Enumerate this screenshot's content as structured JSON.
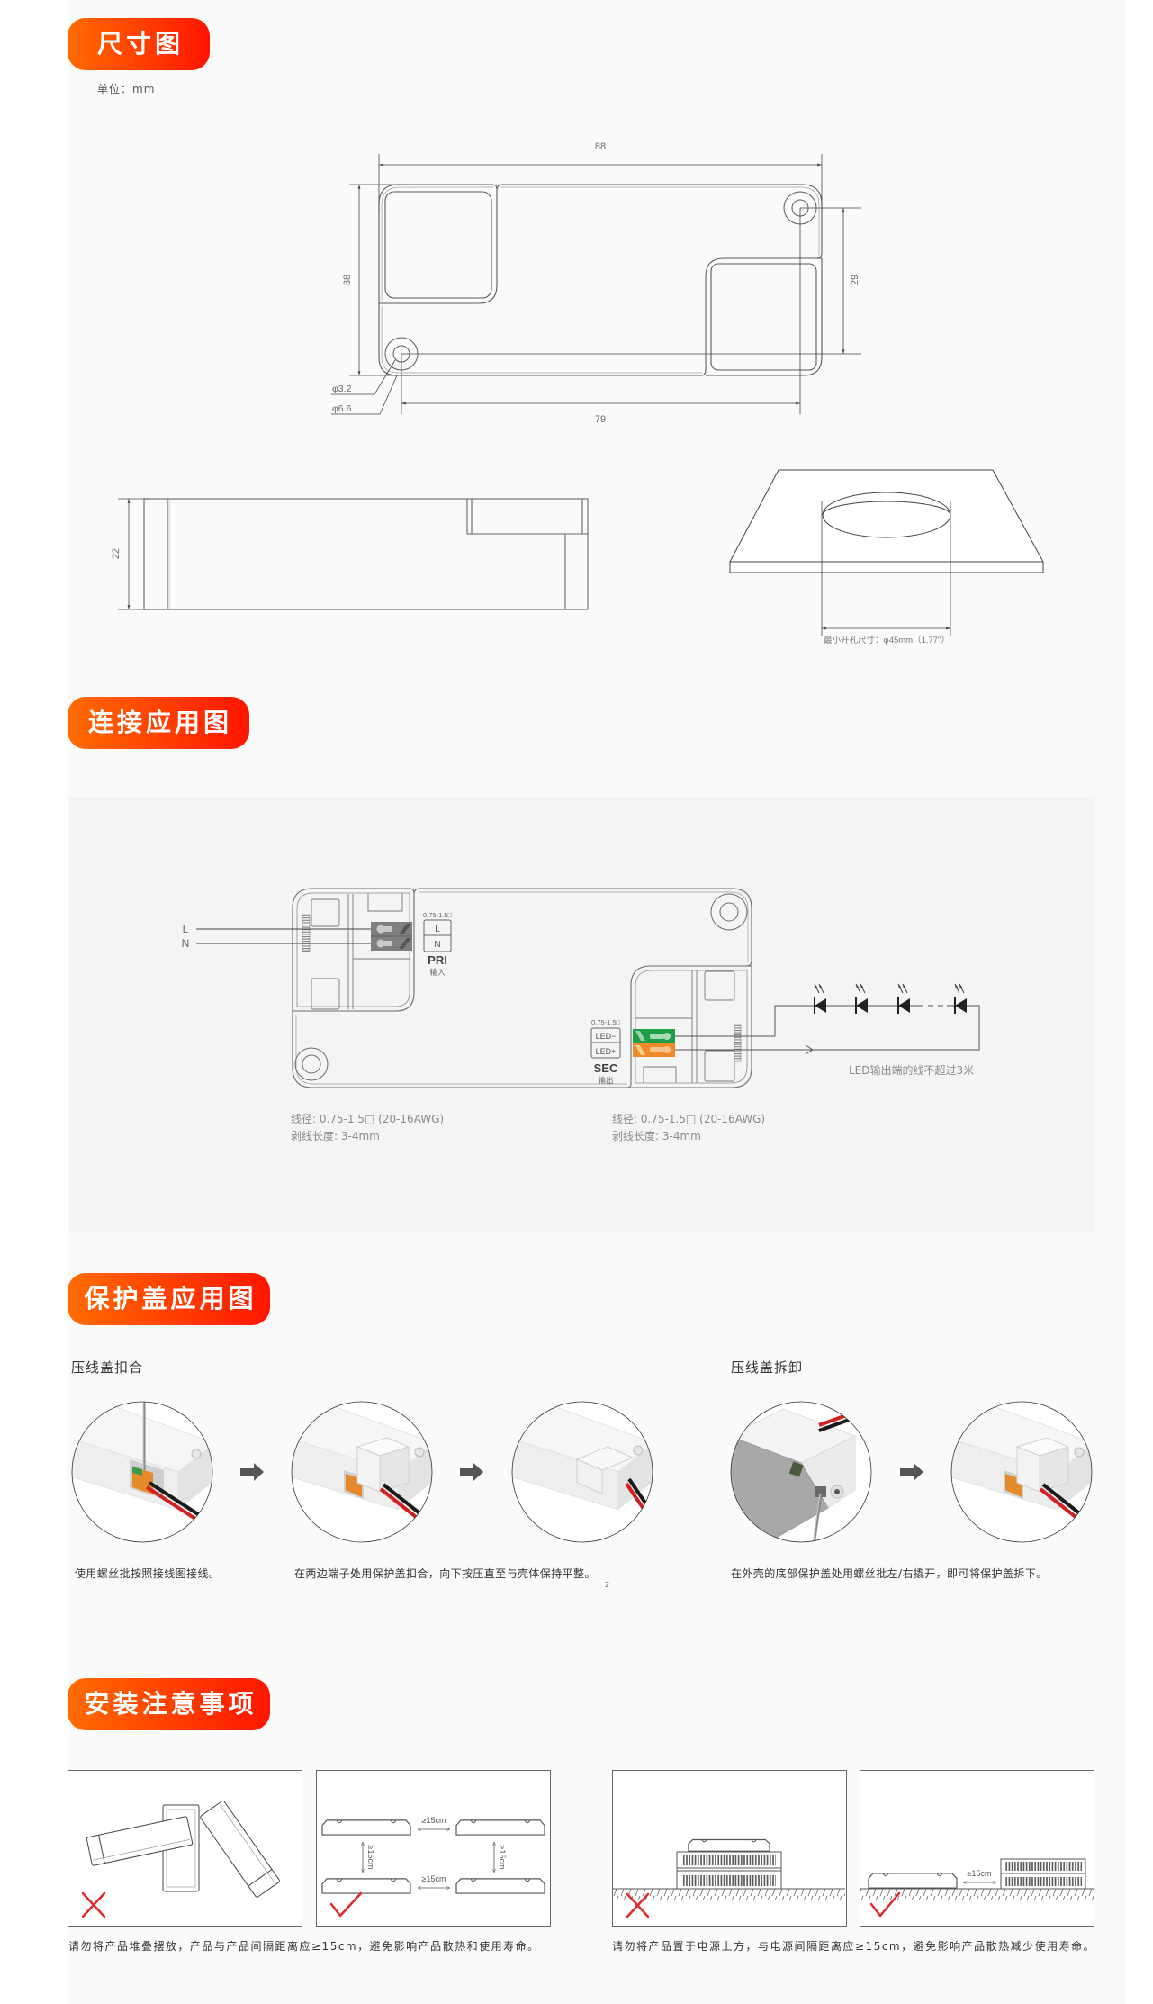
{
  "theme": {
    "badge_gradient_start": "#ff6c00",
    "badge_gradient_end": "#ff1500",
    "page_bg": "#fafafa",
    "panel_bg": "#f3f4f4",
    "led_minus_color": "#1f9e48",
    "led_plus_color": "#f0892a",
    "mark_color": "#e0282a"
  },
  "dimensions": {
    "title": "尺寸图",
    "unit_label": "单位：mm",
    "top_view": {
      "length": "88",
      "width": "38",
      "hole_pitch_y": "29",
      "hole_pitch_x": "79",
      "hole_inner_dia": "φ3.2",
      "hole_outer_dia": "φ6.6"
    },
    "side_view": {
      "height": "22"
    },
    "cutout": {
      "note": "最小开孔尺寸：φ45mm（1.77\"）"
    }
  },
  "connection": {
    "title": "连接应用图",
    "input_wires": [
      "L",
      "N"
    ],
    "primary": {
      "gauge": "0.75-1.5□",
      "terminals": [
        "L",
        "N"
      ],
      "label": "PRI",
      "sublabel": "输入"
    },
    "secondary": {
      "gauge": "0.75-1.5□",
      "terminals": [
        "LED−",
        "LED+"
      ],
      "label": "SEC",
      "sublabel": "输出"
    },
    "led_note": "LED输出端的线不超过3米",
    "input_spec": {
      "wire_gauge": "线径: 0.75-1.5□ (20-16AWG)",
      "strip_length": "剥线长度: 3-4mm"
    },
    "output_spec": {
      "wire_gauge": "线径: 0.75-1.5□ (20-16AWG)",
      "strip_length": "剥线长度: 3-4mm"
    }
  },
  "cover": {
    "title": "保护盖应用图",
    "assemble": {
      "heading": "压线盖扣合",
      "step1_caption": "使用螺丝批按照接线图接线。",
      "step2_caption": "在两边端子处用保护盖扣合，向下按压直至与壳体保持平整。",
      "step2_suffix": "2"
    },
    "remove": {
      "heading": "压线盖拆卸",
      "caption": "在外壳的底部保护盖处用螺丝批左/右撬开，即可将保护盖拆下。"
    }
  },
  "install": {
    "title": "安装注意事项",
    "panels": [
      {
        "id": "stacked",
        "verdict": "wrong",
        "icon": "cross-icon"
      },
      {
        "id": "spaced",
        "verdict": "right",
        "icon": "check-icon",
        "spacing_labels": [
          "≥15cm",
          "≥15cm",
          "≥15cm",
          "≥15cm"
        ]
      },
      {
        "id": "above-power-supply",
        "verdict": "wrong",
        "icon": "cross-icon"
      },
      {
        "id": "beside-power-supply",
        "verdict": "right",
        "icon": "check-icon",
        "spacing_label": "≥15cm"
      }
    ],
    "caption_left": "请勿将产品堆叠摆放，产品与产品间隔距离应≥15cm，避免影响产品散热和使用寿命。",
    "caption_right": "请勿将产品置于电源上方，与电源间隔距离应≥15cm，避免影响产品散热减少使用寿命。"
  }
}
